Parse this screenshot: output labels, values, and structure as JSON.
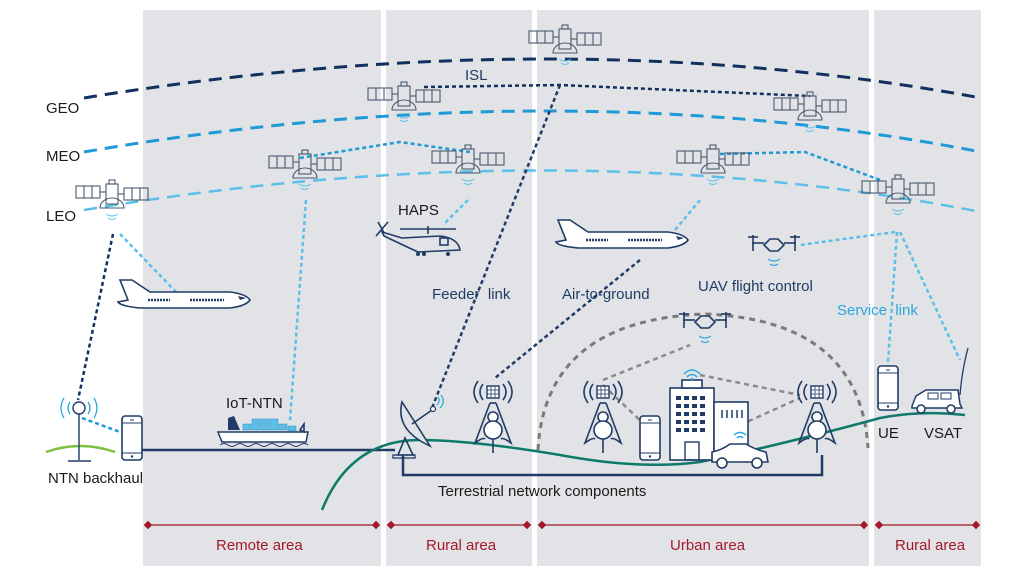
{
  "title": "Non-terrestrial network (NTN) architecture overview",
  "orbits": [
    {
      "label": "GEO",
      "color": "#12305e"
    },
    {
      "label": "MEO",
      "color": "#1e9ad6"
    },
    {
      "label": "LEO",
      "color": "#5bbfe8"
    }
  ],
  "links": {
    "isl": "ISL",
    "haps": "HAPS",
    "feeder_link": "Feeder  link",
    "air_to_ground": "Air-to-ground",
    "uav_flight_control": "UAV flight control",
    "service_link": "Service  link",
    "iot_ntn": "IoT-NTN",
    "ntn_backhaul": "NTN backhaul",
    "terrestrial": "Terrestrial network components",
    "ue": "UE",
    "vsat": "VSAT"
  },
  "areas": [
    {
      "label": "Remote area"
    },
    {
      "label": "Rural area"
    },
    {
      "label": "Urban area"
    },
    {
      "label": "Rural area"
    }
  ],
  "colors": {
    "panel": "#e2e3e6",
    "navy": "#1f3b66",
    "geo": "#12305e",
    "meo": "#1e9ad6",
    "leo": "#5bbfe8",
    "ground_green": "#0e7a6a",
    "area_red": "#a3192b",
    "dome_gray": "#7a7a7a"
  }
}
